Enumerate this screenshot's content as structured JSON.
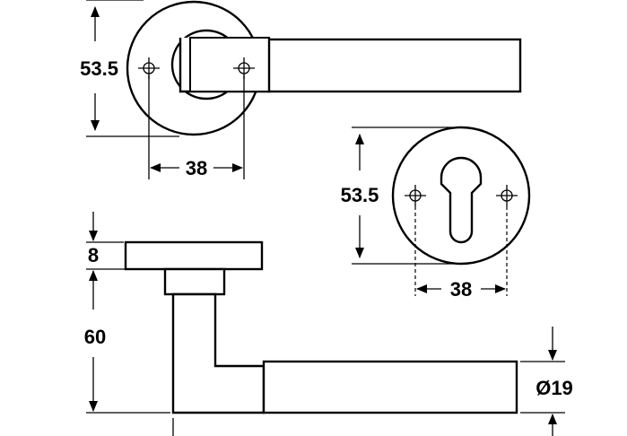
{
  "dimensions": {
    "rose_top_height": "53.5",
    "rose_top_width": "38",
    "escutcheon_height": "53.5",
    "escutcheon_width": "38",
    "rose_thickness": "8",
    "handle_projection": "60",
    "lever_diameter": "Ø19"
  },
  "colors": {
    "line": "#000000",
    "background": "#ffffff"
  }
}
